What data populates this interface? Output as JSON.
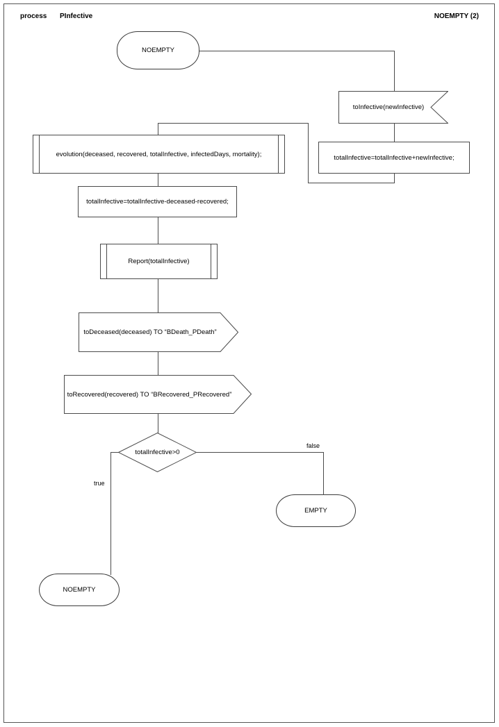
{
  "header": {
    "kind": "process",
    "name": "PInfective",
    "state": "NOEMPTY (2)"
  },
  "nodes": {
    "start_terminal": {
      "label": "NOEMPTY",
      "shape": "terminal"
    },
    "receive_infective": {
      "label": "toInfective(newInfective)",
      "shape": "receive-signal"
    },
    "add_infective": {
      "label": "totalInfective=totalInfective+newInfective;",
      "shape": "process"
    },
    "evolution": {
      "label": "evolution(deceased, recovered, totalInfective, infectedDays, mortality);",
      "shape": "predefined-process"
    },
    "subtract_infective": {
      "label": "totalInfective=totalInfective-deceased-recovered;",
      "shape": "process"
    },
    "report": {
      "label": "Report(totalInfective)",
      "shape": "predefined-process"
    },
    "send_deceased": {
      "label": "toDeceased(deceased) TO “BDeath_PDeath”",
      "shape": "send-signal"
    },
    "send_recovered": {
      "label": "toRecovered(recovered) TO “BRecovered_PRecovered”",
      "shape": "send-signal"
    },
    "decision": {
      "label": "totalInfective>0",
      "shape": "decision"
    },
    "end_empty": {
      "label": "EMPTY",
      "shape": "terminal"
    },
    "end_noempty": {
      "label": "NOEMPTY",
      "shape": "terminal"
    }
  },
  "edges": {
    "true_label": "true",
    "false_label": "false"
  },
  "colors": {
    "line": "#4a4a4a",
    "text": "#000000",
    "background": "#ffffff",
    "border": "#555555"
  }
}
